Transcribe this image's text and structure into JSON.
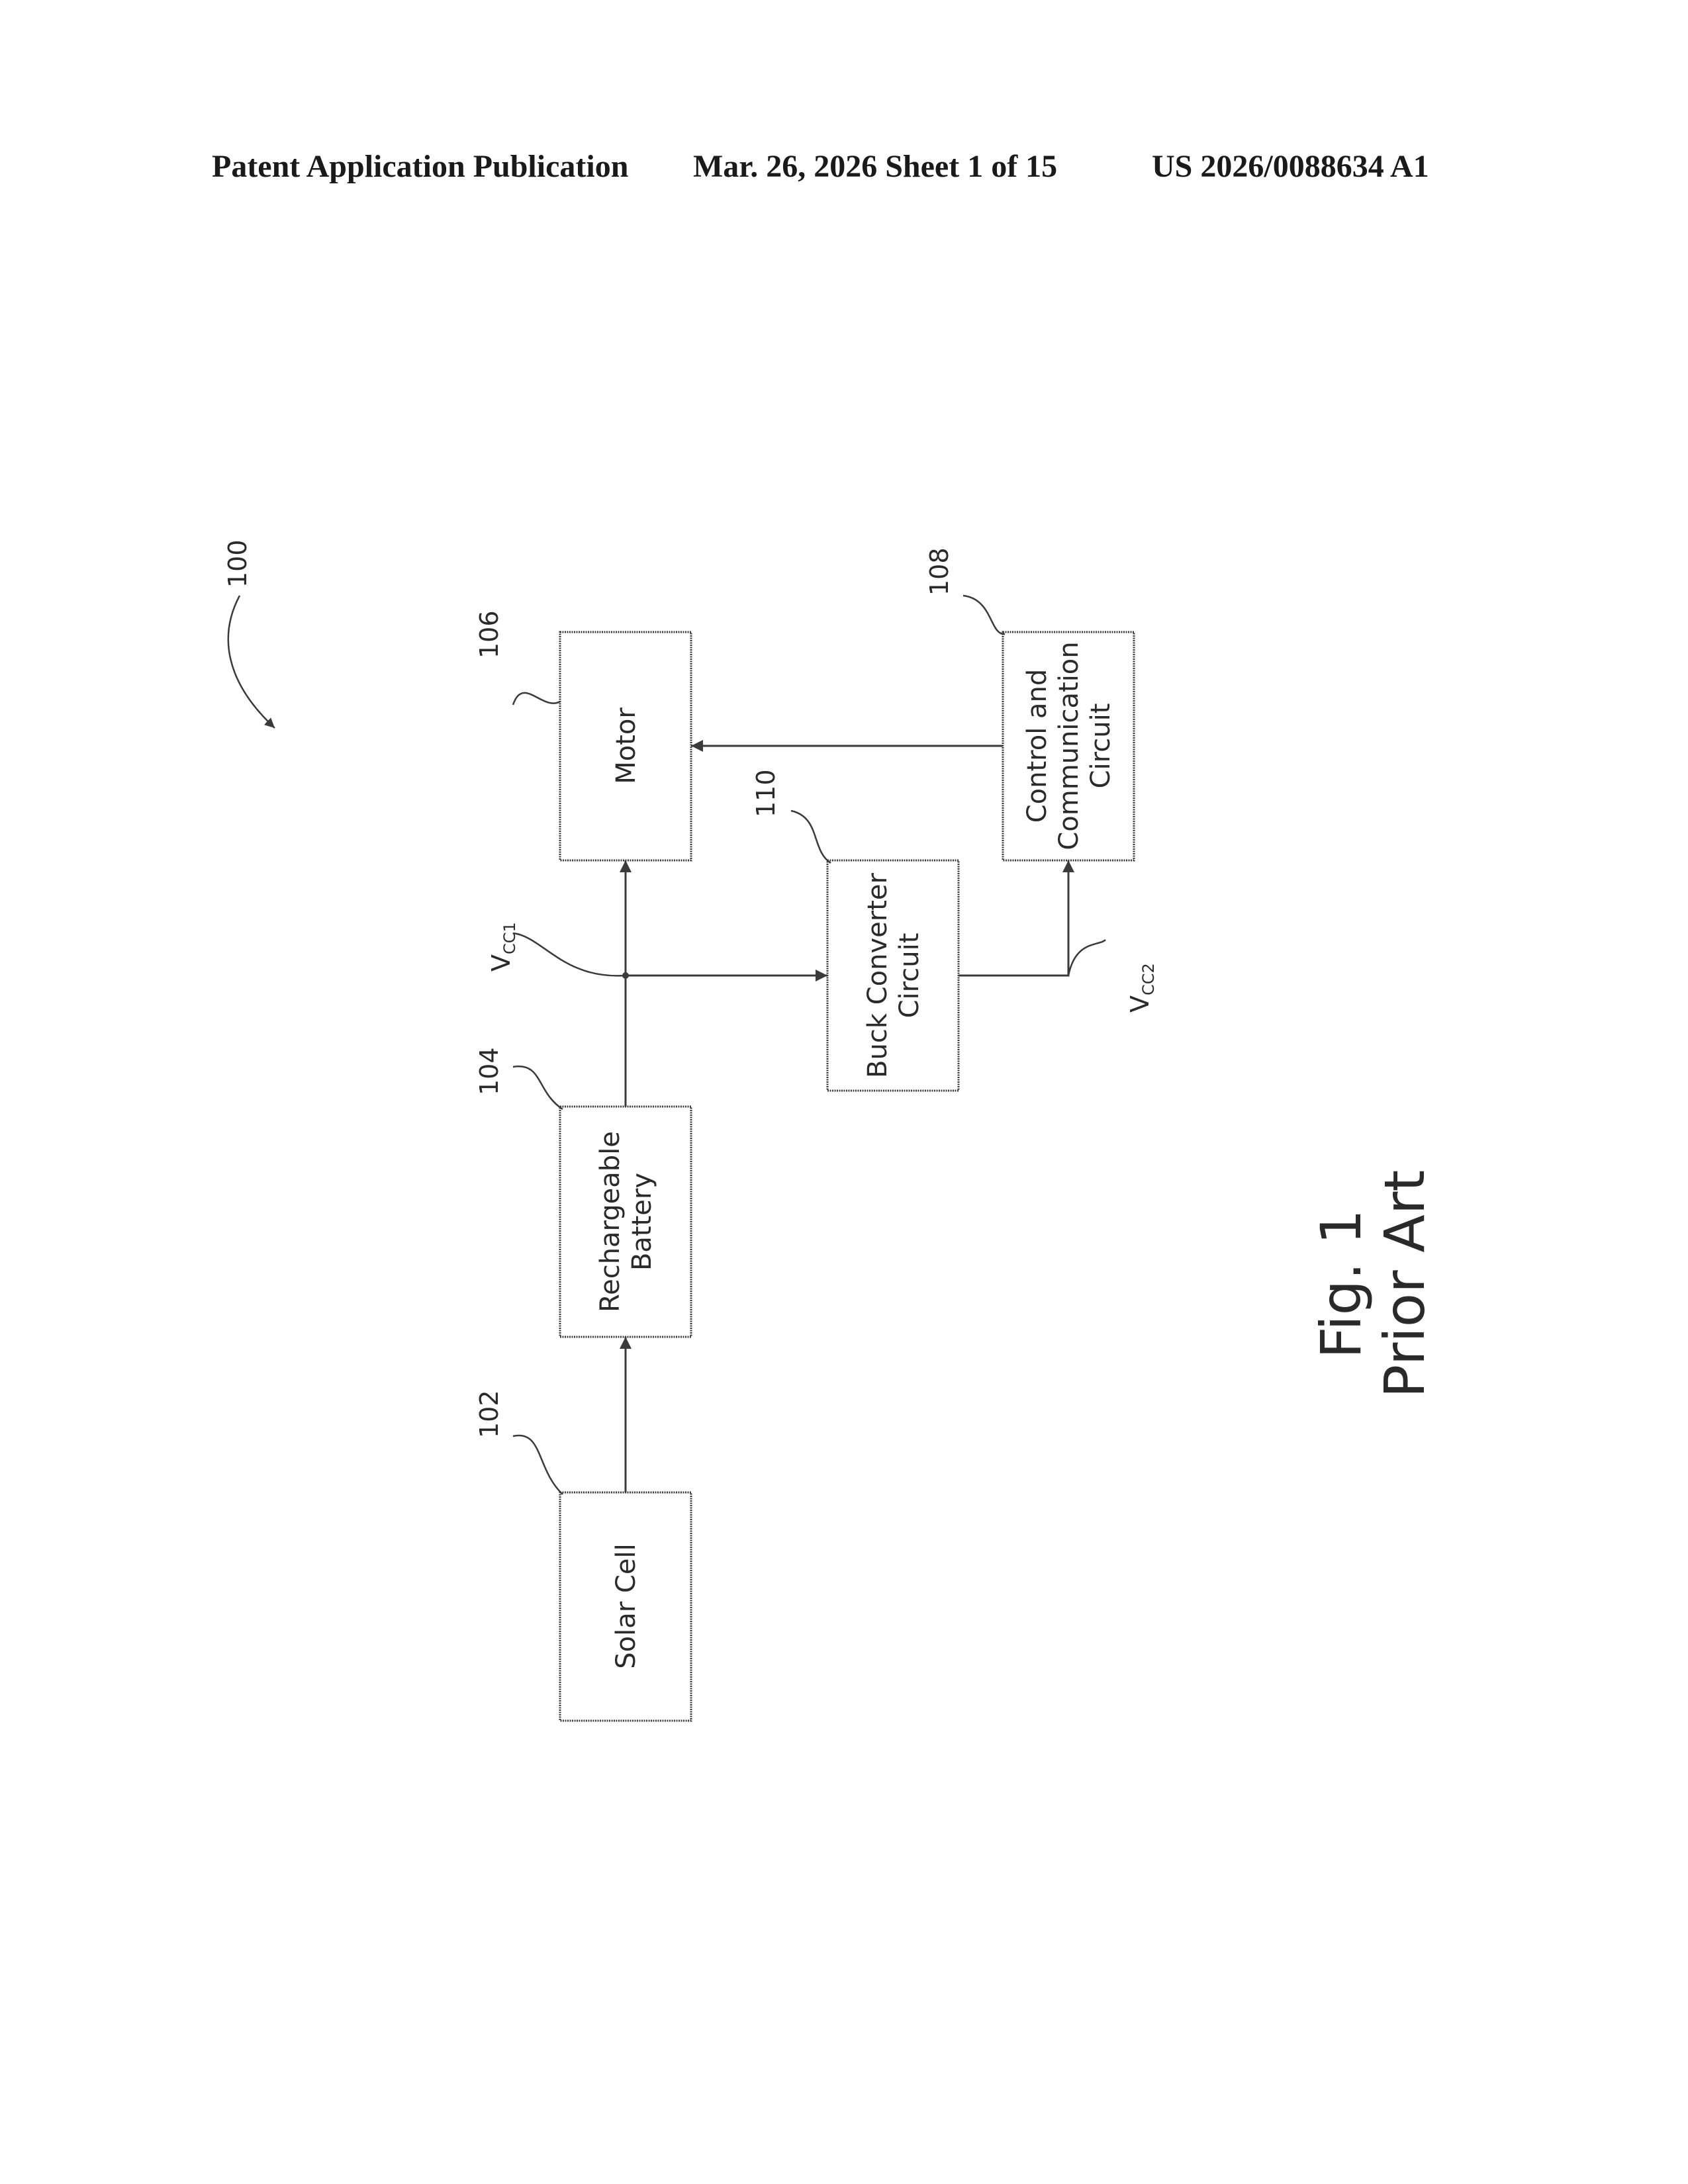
{
  "header": {
    "publication": "Patent Application Publication",
    "date_sheet": "Mar. 26, 2026  Sheet 1 of 15",
    "number": "US 2026/0088634 A1"
  },
  "diagram": {
    "system_ref": "100",
    "blocks": {
      "solar_cell": {
        "ref": "102",
        "lines": [
          "Solar Cell"
        ]
      },
      "battery": {
        "ref": "104",
        "lines": [
          "Rechargeable",
          "Battery"
        ]
      },
      "motor": {
        "ref": "106",
        "lines": [
          "Motor"
        ]
      },
      "control": {
        "ref": "108",
        "lines": [
          "Control and",
          "Communication",
          "Circuit"
        ]
      },
      "buck": {
        "ref": "110",
        "lines": [
          "Buck Converter",
          "Circuit"
        ]
      }
    },
    "vcc1": {
      "main": "V",
      "sub": "CC1"
    },
    "vcc2": {
      "main": "V",
      "sub": "CC2"
    }
  },
  "figure": {
    "line1": "Fig. 1",
    "line2": "Prior Art"
  }
}
